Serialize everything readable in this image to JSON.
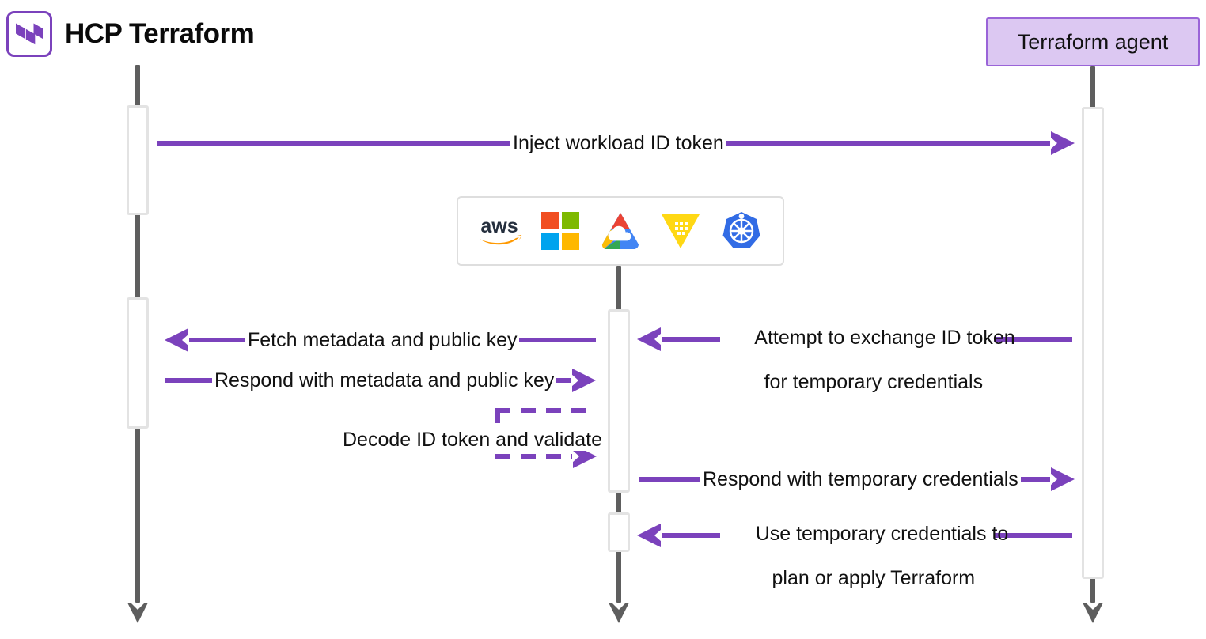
{
  "diagram": {
    "title": "HCP Terraform workload identity token exchange sequence",
    "accent_color": "#7B42BC",
    "lifeline_color": "#5E5E5E",
    "activation_border_color": "#E3E3E3"
  },
  "participants": {
    "hcp": {
      "label": "HCP Terraform",
      "icon": "terraform-logo-icon"
    },
    "cloud": {
      "label": "",
      "icons": [
        {
          "name": "aws-icon",
          "label": "aws"
        },
        {
          "name": "microsoft-azure-icon",
          "label": "Microsoft Azure"
        },
        {
          "name": "google-cloud-icon",
          "label": "Google Cloud"
        },
        {
          "name": "vault-icon",
          "label": "HashiCorp Vault"
        },
        {
          "name": "kubernetes-icon",
          "label": "Kubernetes"
        }
      ]
    },
    "agent": {
      "label": "Terraform agent",
      "fill_color": "#DCC8F2",
      "border_color": "#9A64D8"
    }
  },
  "messages": [
    {
      "id": "m1",
      "label": "Inject workload ID token",
      "from": "hcp",
      "to": "agent",
      "direction": "right",
      "style": "solid"
    },
    {
      "id": "m2",
      "label_line1": "Attempt to exchange ID token",
      "label_line2": "for temporary credentials",
      "from": "agent",
      "to": "cloud",
      "direction": "left",
      "style": "solid"
    },
    {
      "id": "m3",
      "label": "Fetch metadata and public key",
      "from": "cloud",
      "to": "hcp",
      "direction": "left",
      "style": "solid"
    },
    {
      "id": "m4",
      "label": "Respond with metadata and public key",
      "from": "hcp",
      "to": "cloud",
      "direction": "right",
      "style": "solid"
    },
    {
      "id": "m5",
      "label": "Decode ID token and validate",
      "from": "cloud",
      "to": "cloud",
      "direction": "self",
      "style": "dashed"
    },
    {
      "id": "m6",
      "label": "Respond with temporary credentials",
      "from": "cloud",
      "to": "agent",
      "direction": "right",
      "style": "solid"
    },
    {
      "id": "m7",
      "label_line1": "Use temporary credentials to",
      "label_line2": "plan or apply Terraform",
      "from": "agent",
      "to": "cloud",
      "direction": "left",
      "style": "solid"
    }
  ]
}
